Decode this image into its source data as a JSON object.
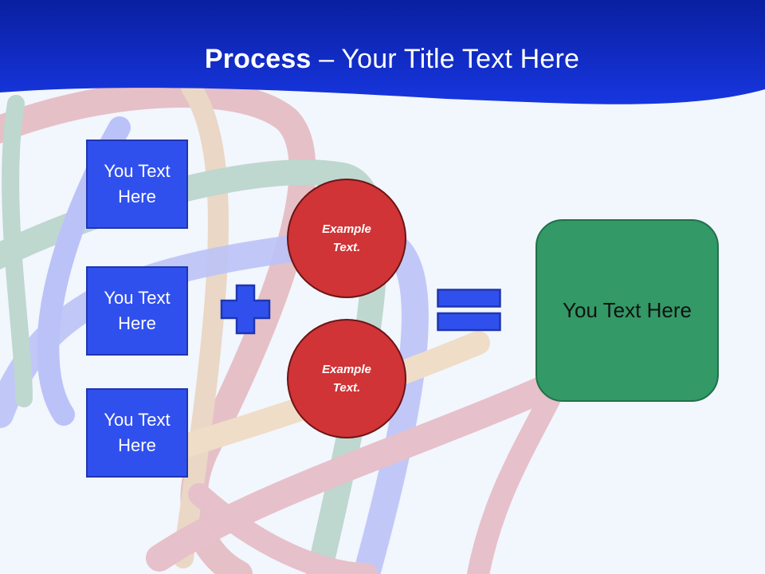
{
  "slide": {
    "title": {
      "bold": "Process",
      "rest": " – Your Title Text Here"
    },
    "inputs": [
      {
        "label": "You Text Here"
      },
      {
        "label": "You Text Here"
      },
      {
        "label": "You Text Here"
      }
    ],
    "operators": {
      "plus": "plus-icon",
      "equals": "equals-icon"
    },
    "examples": [
      {
        "label": "Example Text."
      },
      {
        "label": "Example Text."
      }
    ],
    "result": {
      "label": "You Text Here"
    },
    "colors": {
      "header_blue": "#1530d8",
      "input_box": "#3050ee",
      "input_border": "#1f36b0",
      "example_circle": "#d03436",
      "result_box": "#339966",
      "background": "#f2f6fd"
    }
  }
}
